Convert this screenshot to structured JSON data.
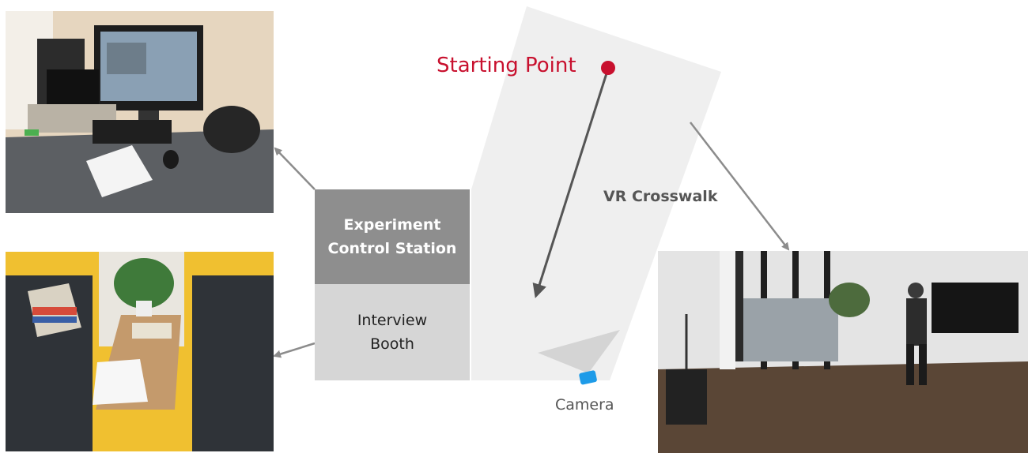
{
  "labels": {
    "starting_point": "Starting Point",
    "vr_crosswalk": "VR Crosswalk",
    "camera": "Camera",
    "control_station": "Experiment\nControl Station",
    "interview_booth": "Interview\nBooth"
  },
  "colors": {
    "accent_red": "#c8102e",
    "vr_area": "#efefef",
    "control_station_fill": "#8e8e8e",
    "interview_booth_fill": "#d6d6d6",
    "arrow_gray": "#8c8c8c",
    "path_arrow": "#555555",
    "camera_blue": "#1e9be8"
  },
  "photos": {
    "control_desk": "photo-of-control-desk-with-monitor",
    "interview_booth": "photo-of-interview-booth-with-sofas",
    "vr_room": "photo-of-participant-wearing-vr-headset"
  }
}
